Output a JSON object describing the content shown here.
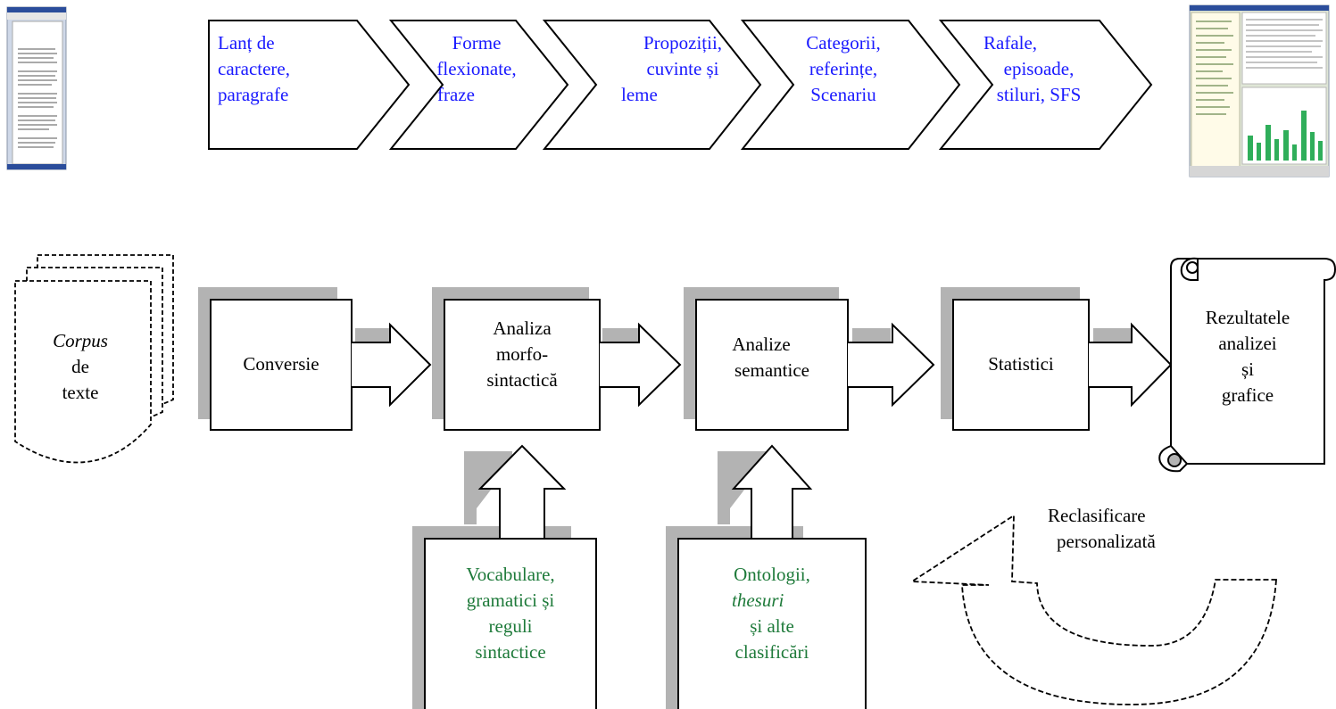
{
  "colors": {
    "stage_text": "#1a1aff",
    "resource_text": "#1e7a3a",
    "shadow": "#b3b3b3",
    "chart_bar": "#2fae5a"
  },
  "stages": [
    {
      "lines": [
        "Lanț de",
        "caractere,",
        "paragrafe"
      ]
    },
    {
      "lines": [
        "Forme",
        "flexionate,",
        "fraze"
      ]
    },
    {
      "lines": [
        "Propoziții,",
        "cuvinte și",
        "leme"
      ]
    },
    {
      "lines": [
        "Categorii,",
        "referințe,",
        "Scenariu"
      ]
    },
    {
      "lines": [
        "Rafale,",
        "episoade,",
        "stiluri, SFS"
      ]
    }
  ],
  "corpus": {
    "italic": "Corpus",
    "line2": "de",
    "line3": "texte"
  },
  "process": [
    {
      "lines": [
        "Conversie"
      ]
    },
    {
      "lines": [
        "Analiza",
        "morfo-",
        "sintactică"
      ]
    },
    {
      "lines": [
        "Analize",
        "semantice"
      ]
    },
    {
      "lines": [
        "Statistici"
      ]
    }
  ],
  "results": {
    "lines": [
      "Rezultatele",
      "analizei",
      "și",
      "grafice"
    ]
  },
  "resources": [
    {
      "lines": [
        "Vocabulare,",
        "gramatici și",
        "reguli",
        "sintactice"
      ]
    },
    {
      "line1": "Ontologii,",
      "italic": "thesuri",
      "line3": "și alte",
      "line4": "clasificări"
    }
  ],
  "feedback": {
    "lines": [
      "Reclasificare",
      "personalizată"
    ]
  },
  "icons": {
    "input_doc": "document-thumbnail-icon",
    "output_app": "statistics-app-thumbnail-icon"
  }
}
